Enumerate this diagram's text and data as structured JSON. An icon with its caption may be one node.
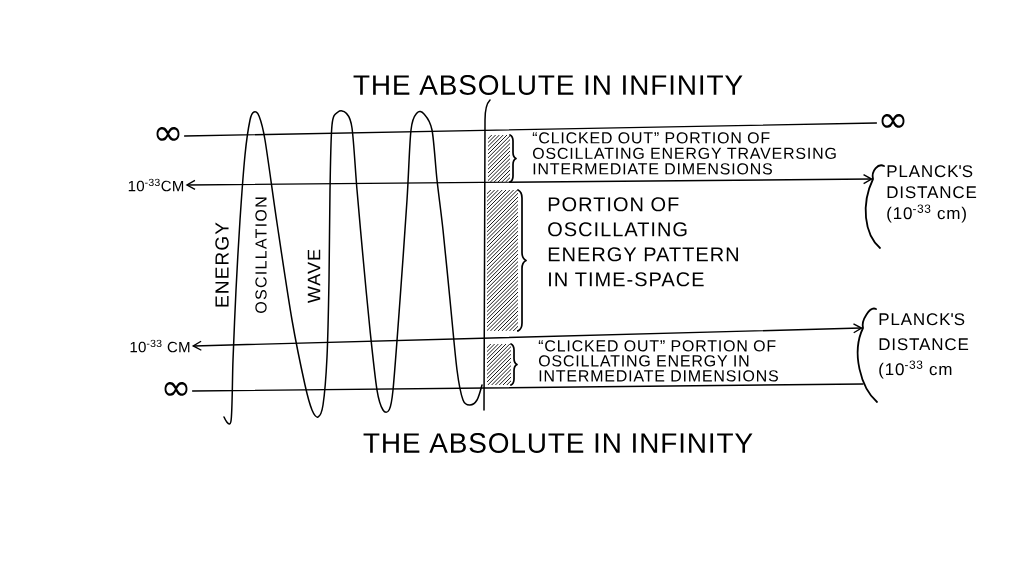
{
  "diagram": {
    "title": "THE ABSOLUTE IN INFINITY",
    "nodes": [
      {
        "text": [
          "∞"
        ]
      },
      {
        "text": [
          "∞"
        ]
      },
      {
        "text": [
          "10$^{-33}$CM"
        ]
      },
      {
        "text": [
          "PLANCK'S DISTANCE (10$^{-33}$ cm)"
        ]
      },
      {
        "text": [
          "10$^{-33}$ CM"
        ]
      },
      {
        "text": [
          "PLANCK'S DISTANCE (10$^{-33}$ cm"
        ]
      },
      {
        "text": [
          "∞"
        ]
      }
    ],
    "edges": [
      {
        "from": 0,
        "to": 1,
        "arrow": "none"
      },
      {
        "from": 2,
        "to": 3,
        "arrow": "both"
      },
      {
        "from": 4,
        "to": 5,
        "arrow": "both"
      },
      {
        "from": 6,
        "to": 5,
        "arrow": "none"
      }
    ],
    "labels": [
      "“CLICKED OUT” PORTION OF OSCILLATING ENERGY TRAVERSING INTERMEDIATE DIMENSIONS",
      "ENERGY",
      "OSCILLATION",
      "WAVE",
      "PORTION OF OSCILLATING ENERGY PATTERN IN TIME-SPACE",
      "“CLICKED OUT” PORTION OF OSCILLATING ENERGY IN INTERMEDIATE DIMENSIONS",
      "THE ABSOLUTE IN INFINITY"
    ]
  }
}
